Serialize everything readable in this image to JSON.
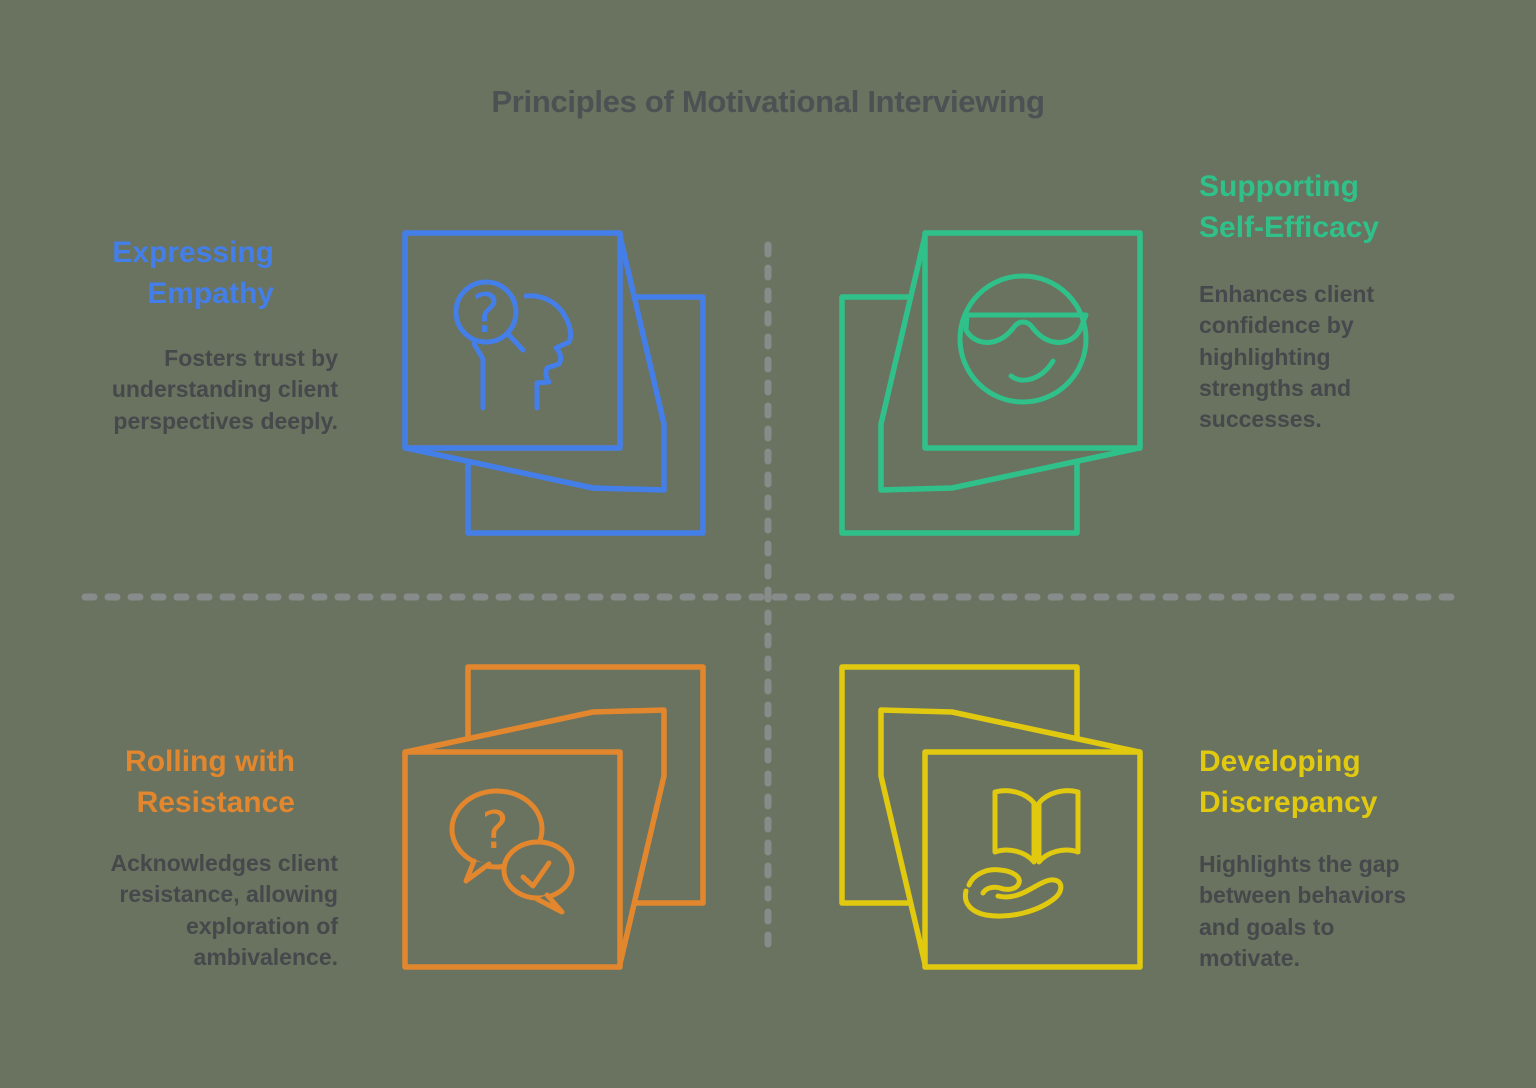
{
  "title": "Principles of Motivational Interviewing",
  "colors": {
    "bg": "#6a7260",
    "title": "#4c5153",
    "body": "#45494b",
    "divider": "#878c8b"
  },
  "quadrants": [
    {
      "id": "expressing-empathy",
      "heading": "Expressing\nEmpathy",
      "body": "Fosters trust by\nunderstanding client\nperspectives deeply.",
      "accent": "#447fe9",
      "icon": "head-profile-magnifier-question-cube-icon"
    },
    {
      "id": "supporting-self-efficacy",
      "heading": "Supporting\nSelf-Efficacy",
      "body": "Enhances client\nconfidence by\nhighlighting\nstrengths and\nsuccesses.",
      "accent": "#2fc189",
      "icon": "cool-smiley-sunglasses-cube-icon"
    },
    {
      "id": "rolling-with-resistance",
      "heading": "Rolling with\nResistance",
      "body": "Acknowledges client\nresistance, allowing\nexploration of\nambivalence.",
      "accent": "#e2872d",
      "icon": "question-check-speech-bubbles-cube-icon"
    },
    {
      "id": "developing-discrepancy",
      "heading": "Developing\nDiscrepancy",
      "body": "Highlights the gap\nbetween behaviors\nand goals to\nmotivate.",
      "accent": "#e0c90f",
      "icon": "open-book-on-hand-cube-icon"
    }
  ],
  "glyph_chars": {
    "question_mark": "?"
  }
}
